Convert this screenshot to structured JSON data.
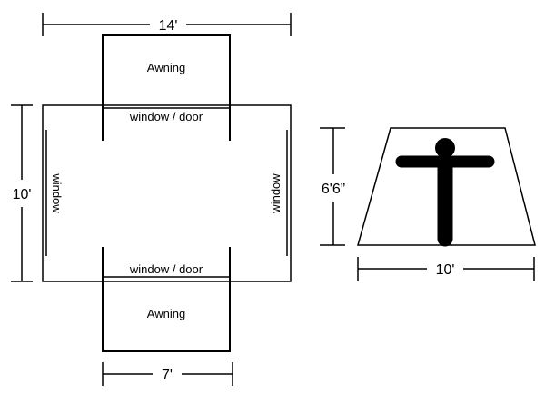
{
  "floor_plan": {
    "width_dim": "14'",
    "depth_dim": "10'",
    "awning_top_label": "Awning",
    "awning_bottom_label": "Awning",
    "window_door_top_label": "window / door",
    "window_door_bottom_label": "window / door",
    "window_left_label": "window",
    "window_right_label": "window",
    "awning_width_dim": "7'"
  },
  "elevation": {
    "height_dim": "6'6”",
    "width_dim": "10'",
    "figure_icon": "person-icon"
  }
}
